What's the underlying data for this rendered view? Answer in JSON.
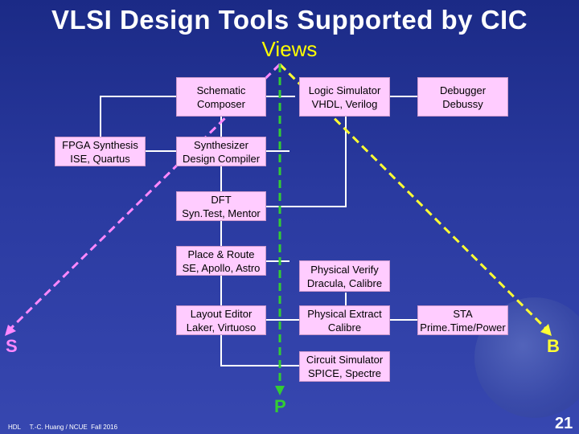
{
  "title": "VLSI Design Tools Supported by CIC",
  "subtitle": "Views",
  "boxes": {
    "schematic": [
      "Schematic",
      "Composer"
    ],
    "logic_sim": [
      "Logic Simulator",
      "VHDL, Verilog"
    ],
    "debugger": [
      "Debugger",
      "Debussy"
    ],
    "fpga": [
      "FPGA Synthesis",
      "ISE, Quartus"
    ],
    "synthesizer": [
      "Synthesizer",
      "Design Compiler"
    ],
    "dft": [
      "DFT",
      "Syn.Test, Mentor"
    ],
    "place_route": [
      "Place & Route",
      "SE, Apollo, Astro"
    ],
    "phys_verify": [
      "Physical Verify",
      "Dracula, Calibre"
    ],
    "layout_editor": [
      "Layout Editor",
      "Laker, Virtuoso"
    ],
    "phys_extract": [
      "Physical Extract",
      "Calibre"
    ],
    "sta": [
      "STA",
      "Prime.Time/Power"
    ],
    "circuit_sim": [
      "Circuit Simulator",
      "SPICE, Spectre"
    ]
  },
  "axes": {
    "s": "S",
    "b": "B",
    "p": "P"
  },
  "colors": {
    "box": "#ffccff",
    "line": "#ffffff",
    "s_axis": "#ff88ff",
    "b_axis": "#ffff33",
    "p_axis": "#33cc33",
    "title": "#ffffff",
    "subtitle": "#ffff00"
  },
  "footer": "HDL     T.-C. Huang / NCUE  Fall 2016",
  "page_number": "21"
}
